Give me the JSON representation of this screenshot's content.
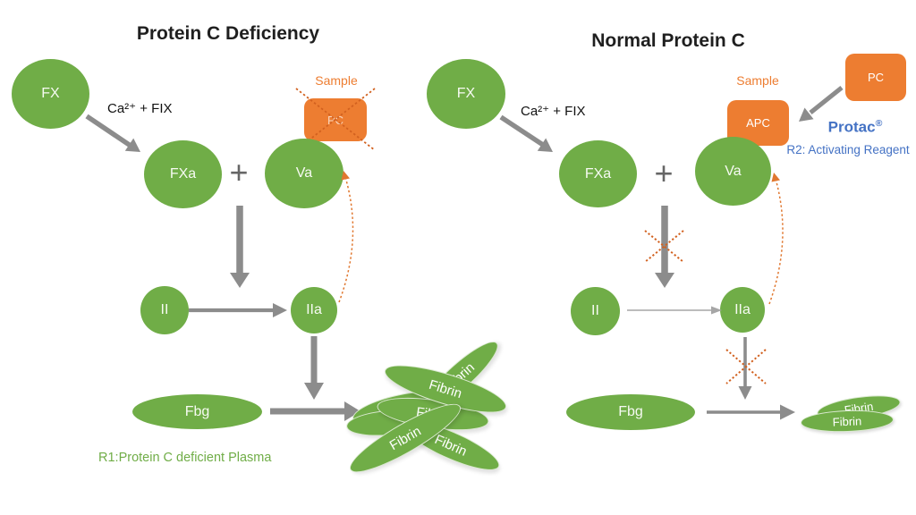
{
  "left": {
    "title": "Protein C Deficiency",
    "cofactor": "Ca²⁺ + FIX",
    "sample": "Sample",
    "pc": "PC",
    "fx": "FX",
    "fxa": "FXa",
    "va": "Va",
    "plus": "+",
    "ii": "II",
    "iia": "IIa",
    "fbg": "Fbg",
    "fibrin": "Fibrin",
    "footnote": "R1:Protein C deficient Plasma"
  },
  "right": {
    "title": "Normal Protein C",
    "cofactor": "Ca²⁺ + FIX",
    "sample": "Sample",
    "apc": "APC",
    "pc": "PC",
    "fx": "FX",
    "fxa": "FXa",
    "va": "Va",
    "plus": "+",
    "ii": "II",
    "iia": "IIa",
    "fbg": "Fbg",
    "fibrin": "Fibrin",
    "protac_name": "Protac",
    "protac_reg": "®",
    "r2": "R2: Activating Reagent"
  },
  "colors": {
    "green": "#70AD47",
    "orange": "#ED7D31",
    "arrow_gray": "#8C8C8C",
    "thin_gray": "#A6A6A6",
    "blue": "#4472C4",
    "cross_orange": "#D2611F",
    "curve_orange": "#E0772F"
  }
}
